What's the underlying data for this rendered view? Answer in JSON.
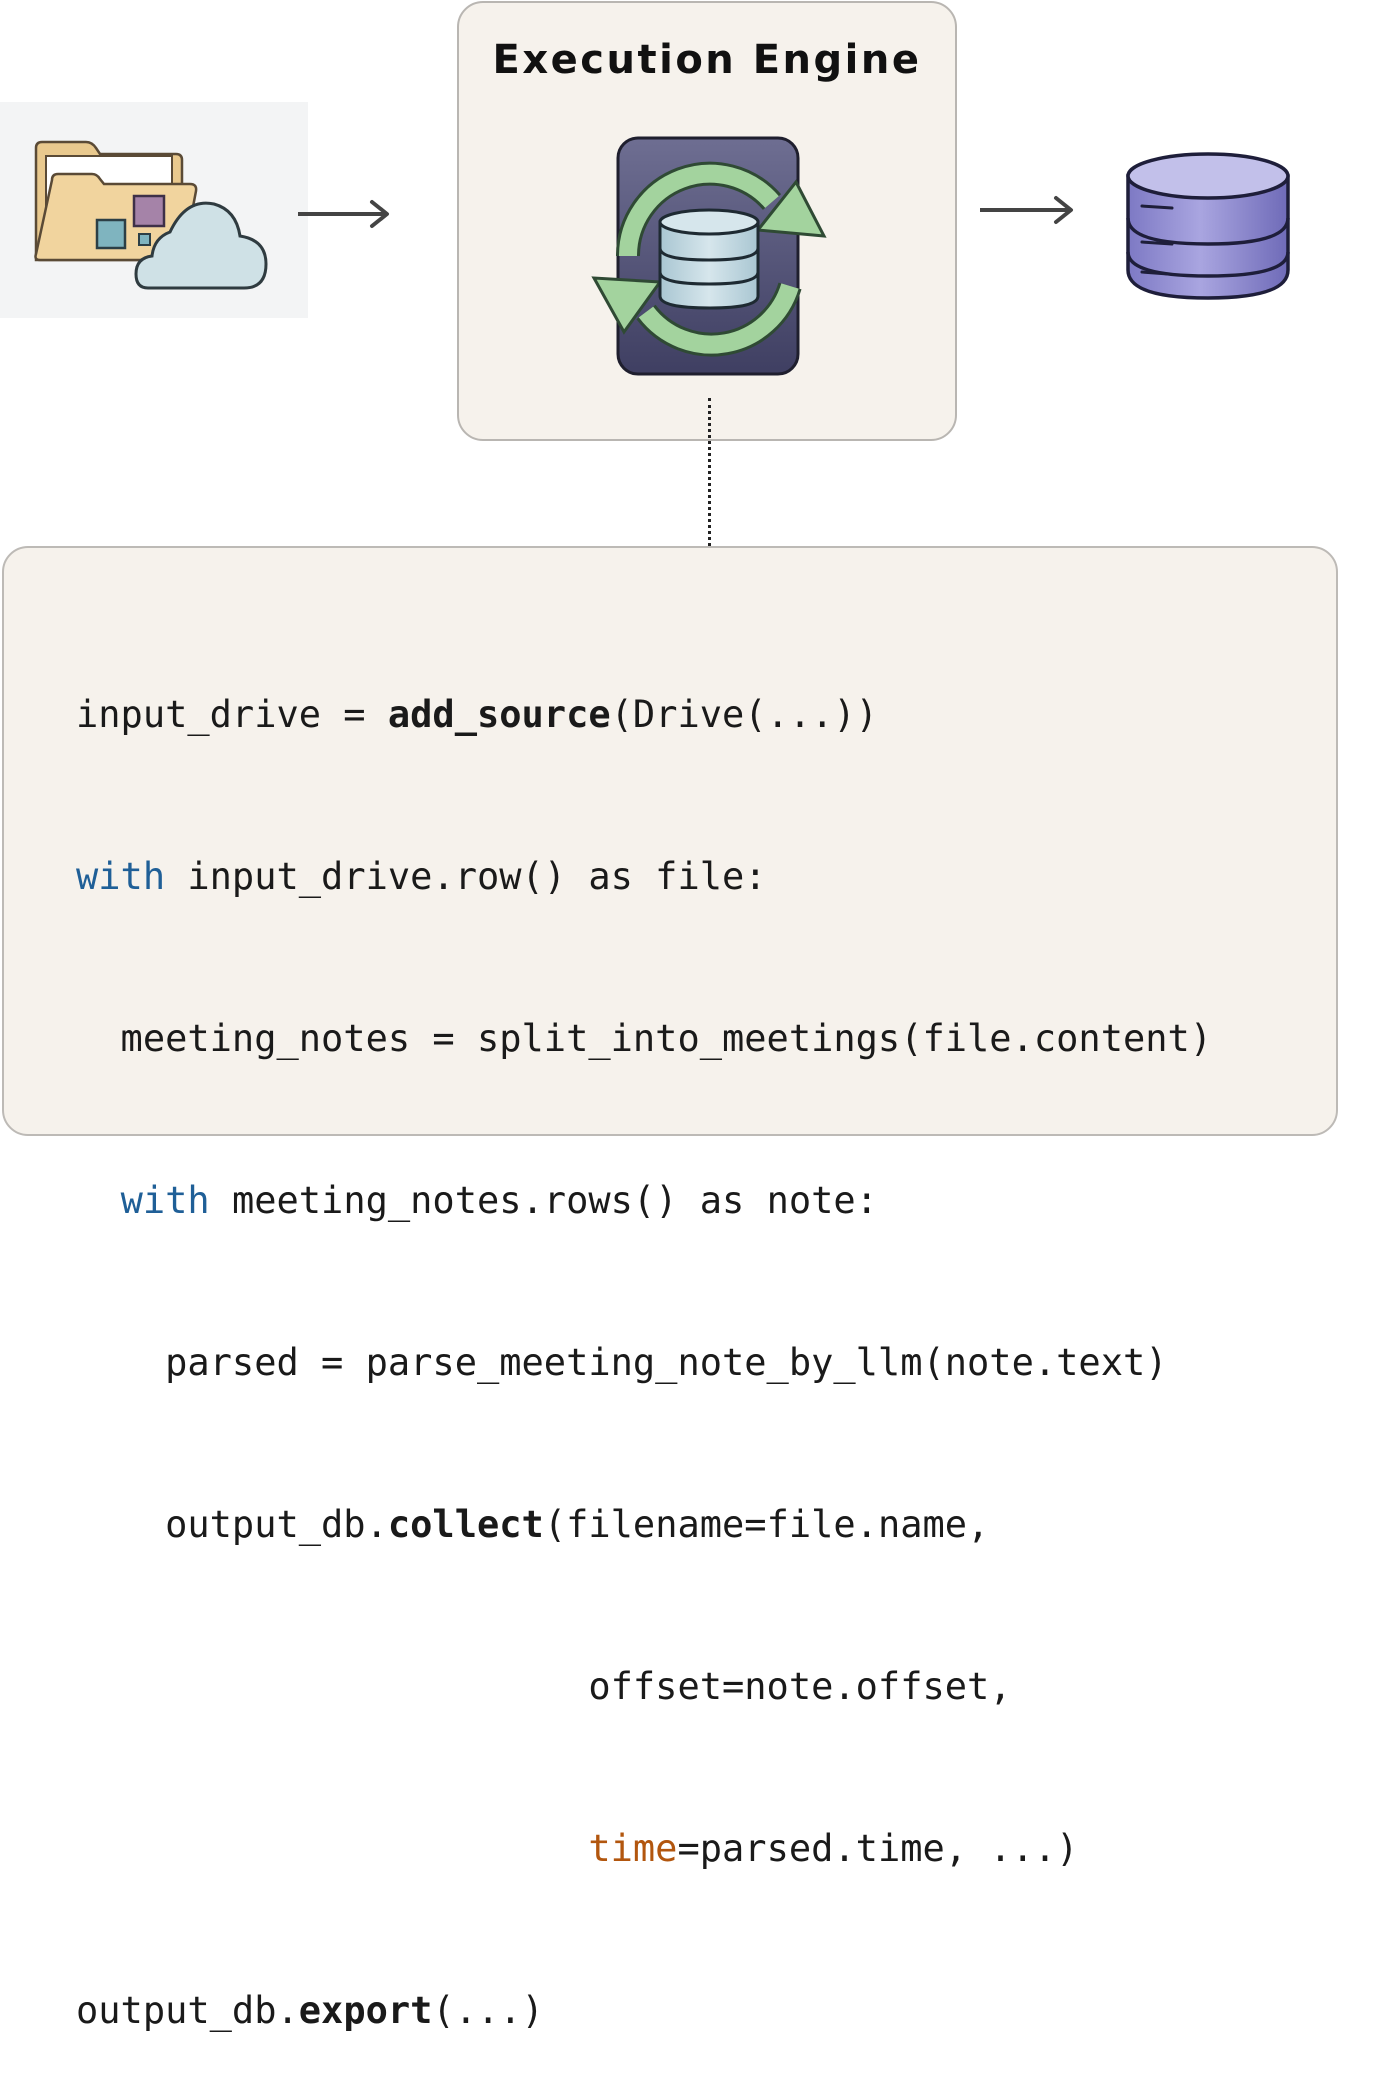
{
  "engine": {
    "title": "Execution Engine"
  },
  "icons": {
    "source": "folder-cloud-icon",
    "engine": "database-sync-icon",
    "output": "database-icon"
  },
  "colors": {
    "panel_bg": "#f6f2ec",
    "panel_border": "#b9b6b2",
    "keyword": "#1f5f97",
    "param_highlight": "#b2560e",
    "engine_tile": "#4c4c72",
    "sync_arrows": "#9fd09a",
    "db_purple": "#8e8ad0"
  },
  "code": {
    "l1": {
      "a": "input_drive = ",
      "b": "add_source",
      "c": "(Drive(...))"
    },
    "l2": {
      "a": "with",
      "b": " input_drive.row() as file:"
    },
    "l3": {
      "a": "  meeting_notes = split_into_meetings(file.content)"
    },
    "l4": {
      "a": "  ",
      "b": "with",
      "c": " meeting_notes.rows() as note:"
    },
    "l5": {
      "a": "    parsed = parse_meeting_note_by_llm(note.text)"
    },
    "l6": {
      "a": "    output_db.",
      "b": "collect",
      "c": "(filename=file.name,"
    },
    "l7": {
      "a": "                       offset=note.offset,"
    },
    "l8": {
      "a": "                       ",
      "b": "time",
      "c": "=parsed.time, ...)"
    },
    "l9": {
      "a": "output_db.",
      "b": "export",
      "c": "(...)"
    }
  }
}
